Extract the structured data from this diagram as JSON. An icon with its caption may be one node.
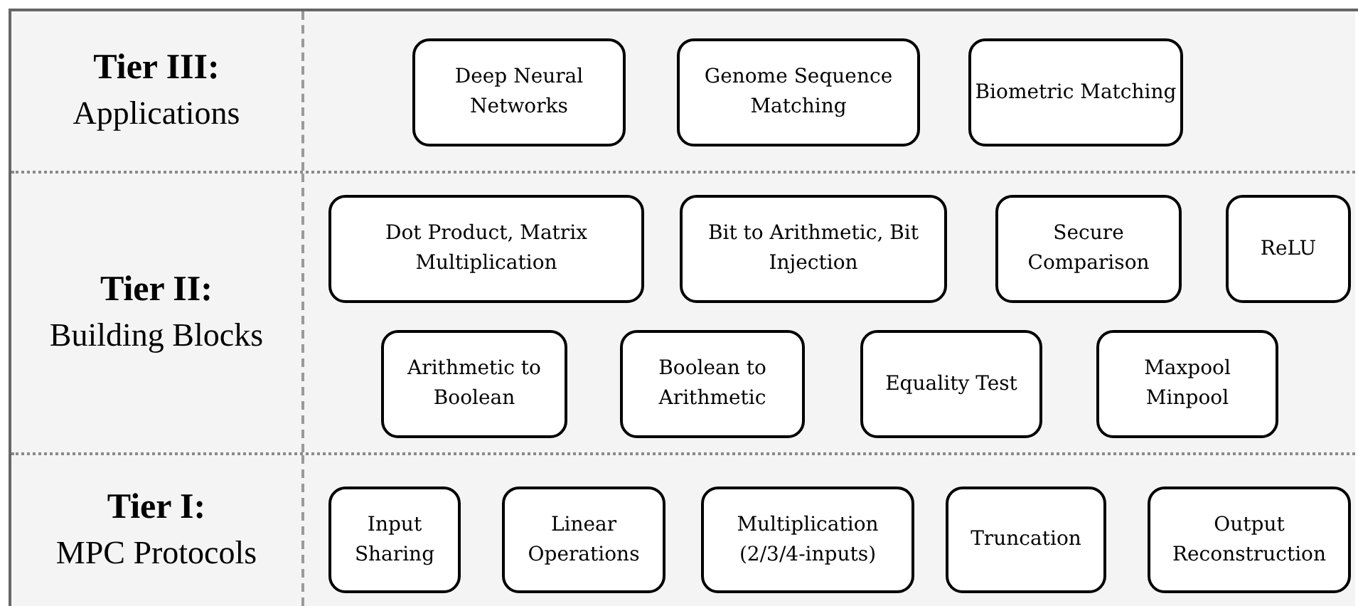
{
  "diagram": {
    "nodes": [
      {
        "text": [
          "Tier III:",
          "Applications"
        ]
      },
      {
        "text": [
          "Deep Neural Networks"
        ],
        "in": 0
      },
      {
        "text": [
          "Genome Sequence Matching"
        ],
        "in": 0
      },
      {
        "text": [
          "Biometric Matching"
        ],
        "in": 0
      },
      {
        "text": [
          "Tier II:",
          "Building Blocks"
        ]
      },
      {
        "text": [
          "Dot Product, Matrix Multiplication"
        ],
        "in": 4
      },
      {
        "text": [
          "Bit to Arithmetic, Bit Injection"
        ],
        "in": 4
      },
      {
        "text": [
          "Secure Comparison"
        ],
        "in": 4
      },
      {
        "text": [
          "ReLU"
        ],
        "in": 4
      },
      {
        "text": [
          "Arithmetic to Boolean"
        ],
        "in": 4
      },
      {
        "text": [
          "Boolean to Arithmetic"
        ],
        "in": 4
      },
      {
        "text": [
          "Equality Test"
        ],
        "in": 4
      },
      {
        "text": [
          "Maxpool Minpool"
        ],
        "in": 4
      },
      {
        "text": [
          "Tier I:",
          "MPC Protocols"
        ]
      },
      {
        "text": [
          "Input Sharing"
        ],
        "in": 13
      },
      {
        "text": [
          "Linear Operations"
        ],
        "in": 13
      },
      {
        "text": [
          "Multiplication (2/3/4-inputs)"
        ],
        "in": 13
      },
      {
        "text": [
          "Truncation"
        ],
        "in": 13
      },
      {
        "text": [
          "Output Reconstruction"
        ],
        "in": 13
      }
    ]
  }
}
